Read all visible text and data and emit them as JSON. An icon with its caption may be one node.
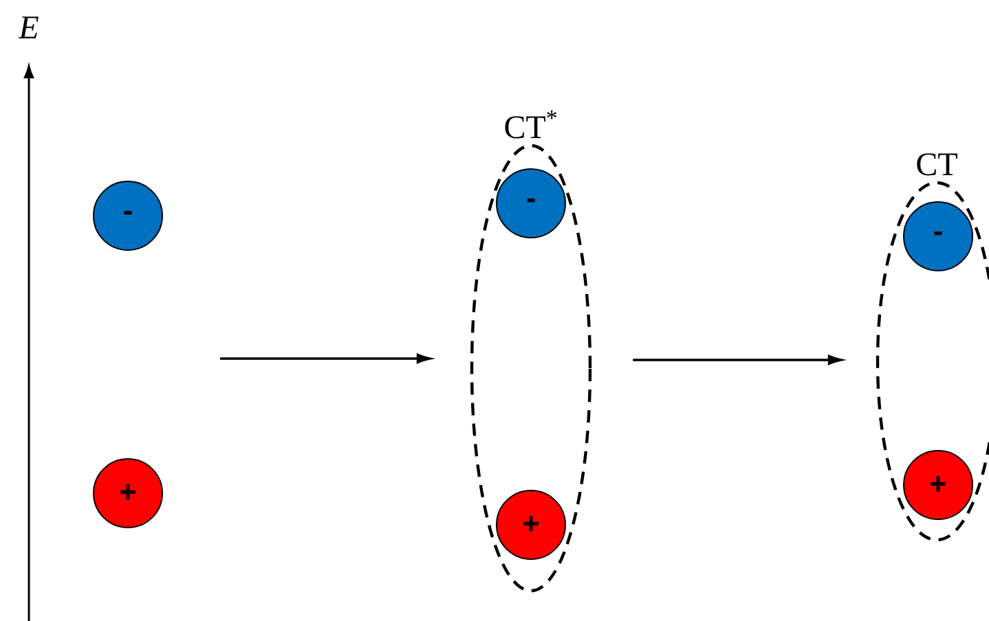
{
  "diagram": {
    "nodes": [
      {
        "text": [
          "-"
        ]
      },
      {
        "text": [
          "+"
        ]
      },
      {
        "text": [
          "CT$^{*}$"
        ]
      },
      {
        "text": [
          "-"
        ],
        "in": 2
      },
      {
        "text": [
          "+"
        ],
        "in": 2
      },
      {
        "text": [
          "CT"
        ]
      },
      {
        "text": [
          "-"
        ],
        "in": 5
      },
      {
        "text": [
          "+"
        ],
        "in": 5
      }
    ],
    "edges": [
      {
        "from": null,
        "to": 2,
        "arrow": "to"
      },
      {
        "from": 2,
        "to": 5,
        "arrow": "to"
      }
    ],
    "labels": [
      "E"
    ]
  }
}
